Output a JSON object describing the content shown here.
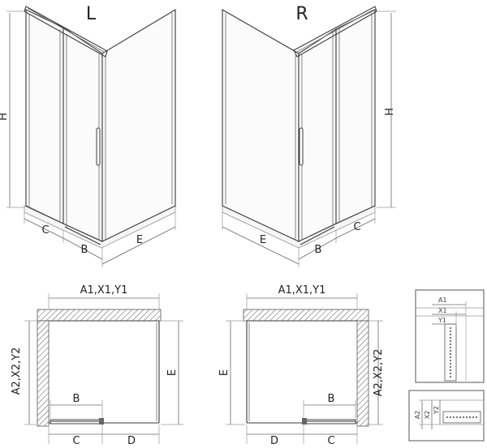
{
  "views": {
    "left": {
      "title": "L"
    },
    "right": {
      "title": "R"
    }
  },
  "dims": {
    "h": "H",
    "c": "C",
    "b": "B",
    "e": "E",
    "d": "D",
    "a1x1y1": "A1,X1,Y1",
    "a2x2y2": "A2,X2,Y2"
  },
  "details": {
    "a1": "A1",
    "x1": "X1",
    "y1": "Y1",
    "a2": "A2",
    "x2": "X2",
    "y2": "Y2"
  }
}
